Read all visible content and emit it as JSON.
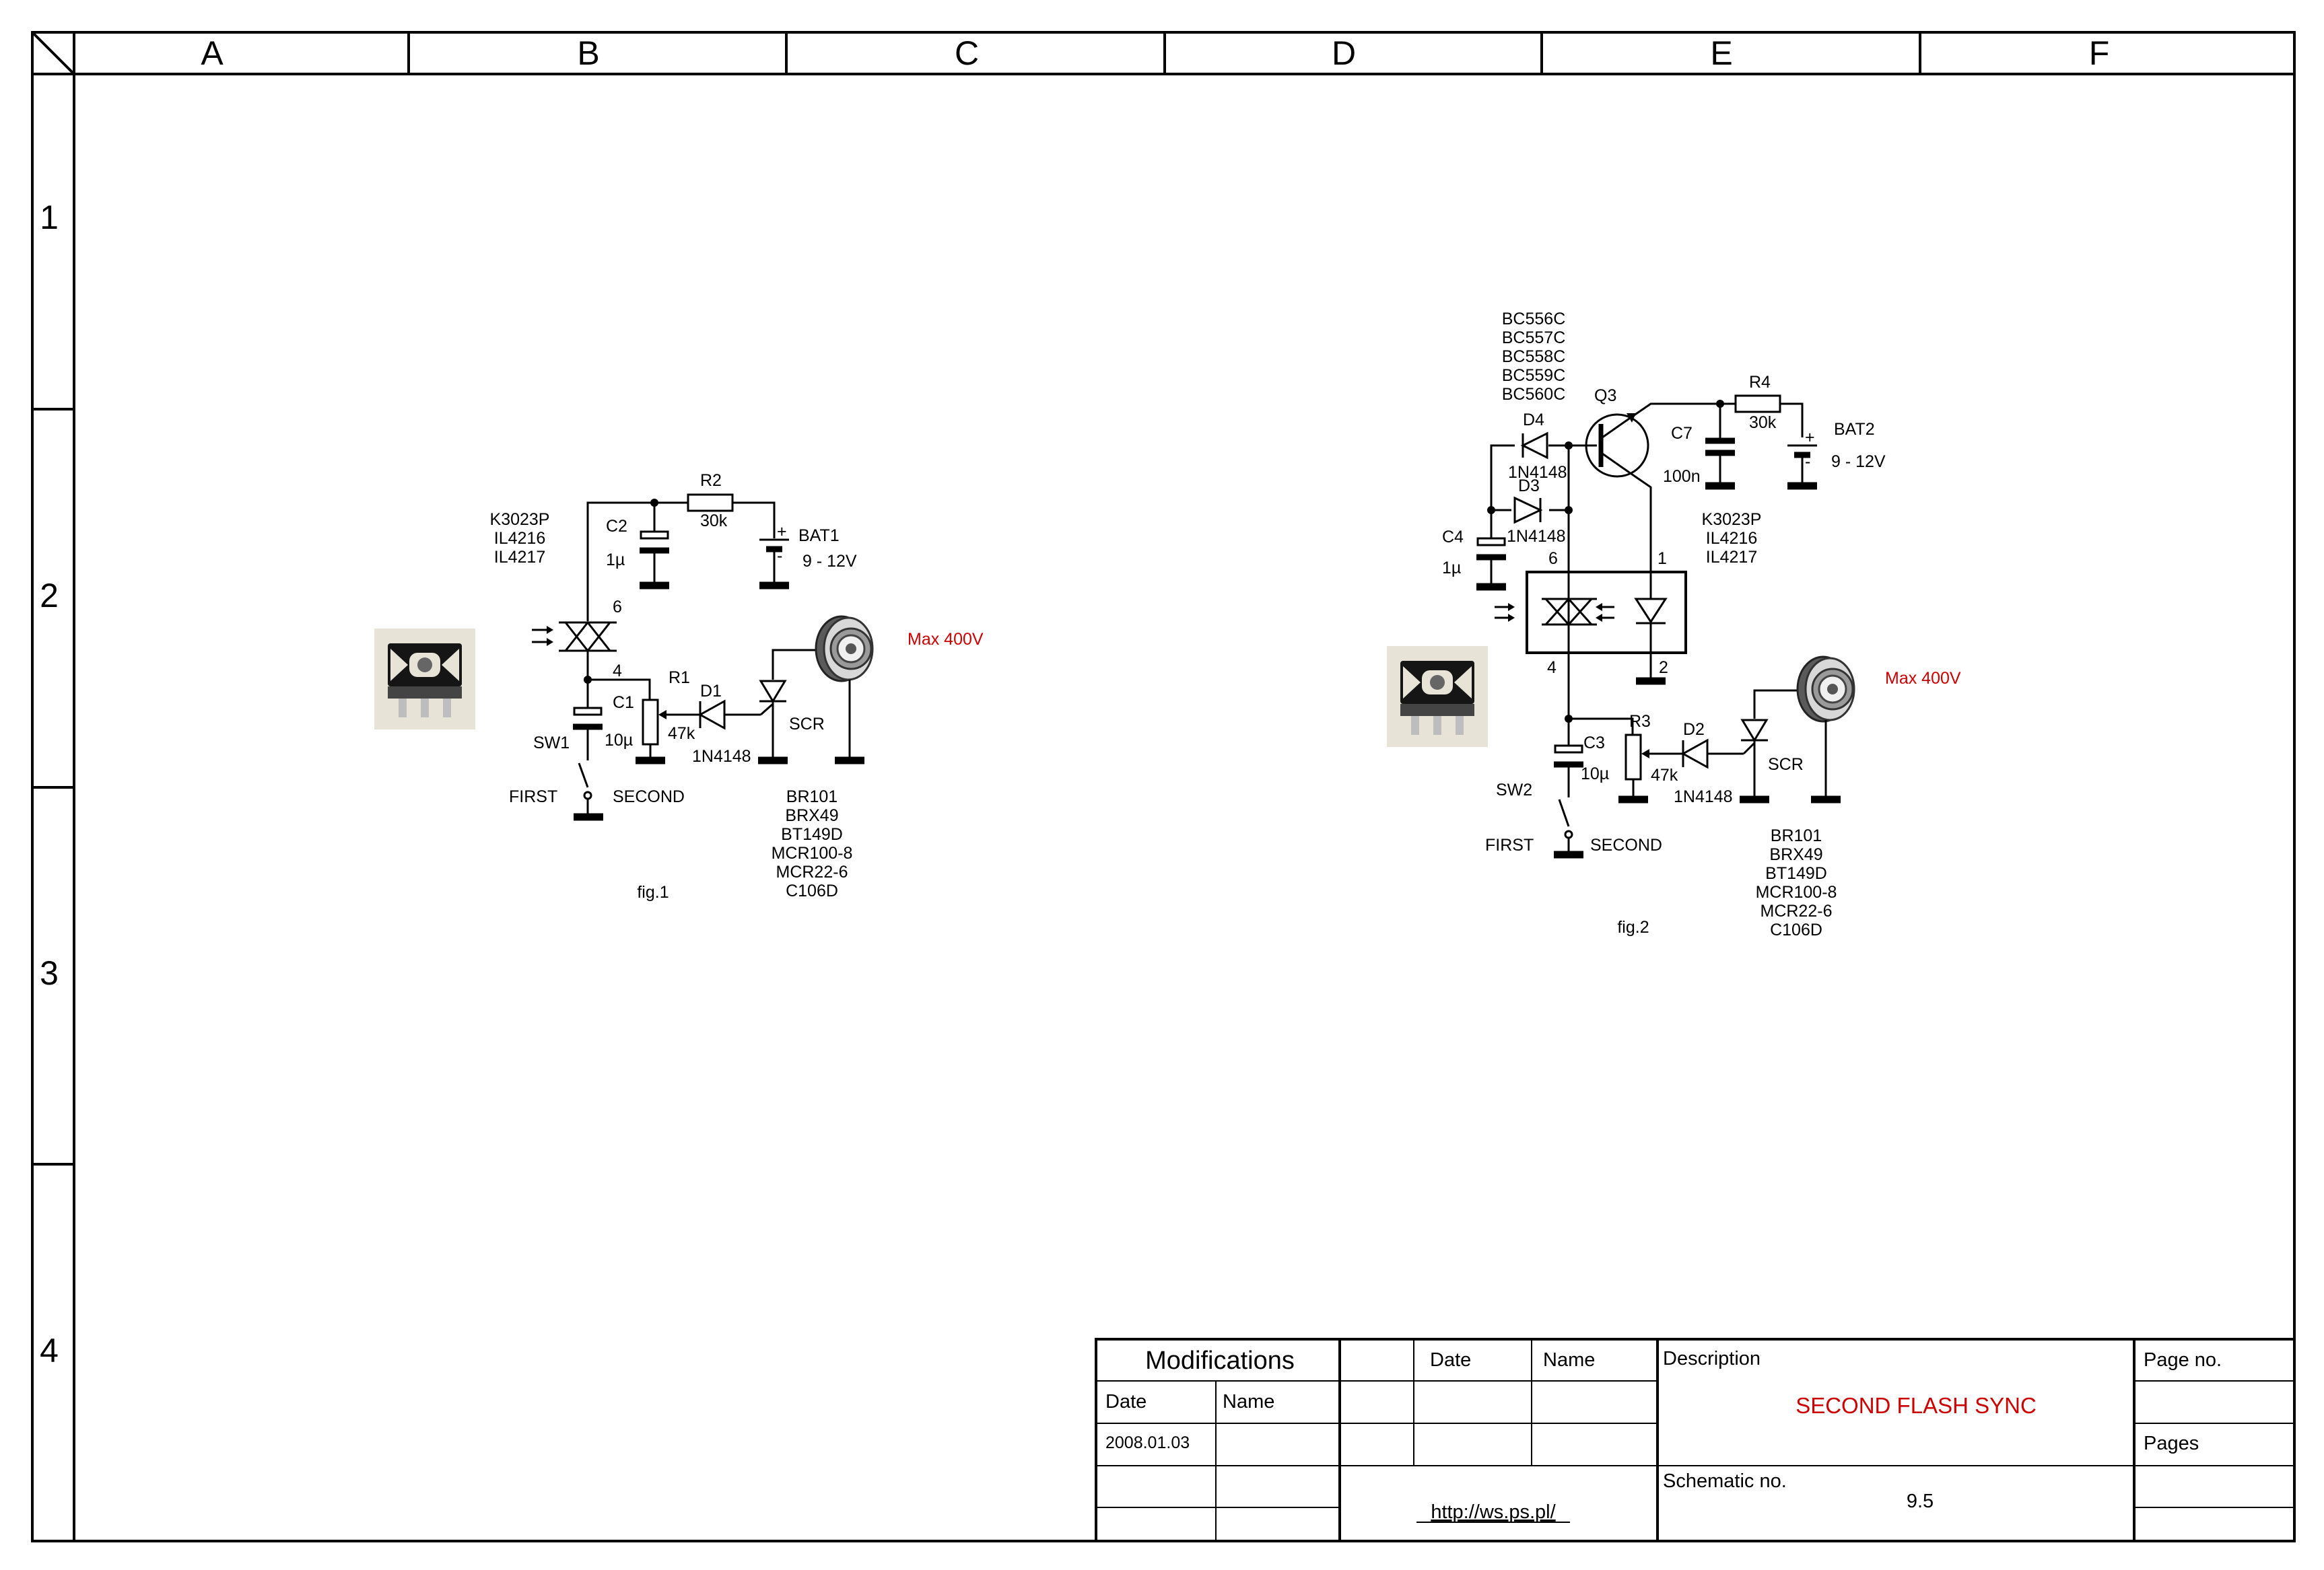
{
  "sheet": {
    "columns": [
      "A",
      "B",
      "C",
      "D",
      "E",
      "F"
    ],
    "rows": [
      "1",
      "2",
      "3",
      "4"
    ]
  },
  "fig1": {
    "caption": "fig.1",
    "optocoupler_parts": [
      "K3023P",
      "IL4216",
      "IL4217"
    ],
    "pin6": "6",
    "pin4": "4",
    "c2": {
      "name": "C2",
      "value": "1µ"
    },
    "r2": {
      "name": "R2",
      "value": "30k"
    },
    "bat1": {
      "name": "BAT1",
      "value": "9 - 12V",
      "plus": "+",
      "minus": "-"
    },
    "c1": {
      "name": "C1",
      "value": "10µ"
    },
    "r1": {
      "name": "R1",
      "value": "47k"
    },
    "d1": {
      "name": "D1",
      "value": "1N4148"
    },
    "scr": "SCR",
    "scr_parts": [
      "BR101",
      "BRX49",
      "BT149D",
      "MCR100-8",
      "MCR22-6",
      "C106D"
    ],
    "sw1": {
      "name": "SW1",
      "first": "FIRST",
      "second": "SECOND"
    },
    "max_voltage": "Max 400V"
  },
  "fig2": {
    "caption": "fig.2",
    "transistor_parts": [
      "BC556C",
      "BC557C",
      "BC558C",
      "BC559C",
      "BC560C"
    ],
    "q3": "Q3",
    "d4": {
      "name": "D4",
      "value": "1N4148"
    },
    "d3": {
      "name": "D3",
      "value": "1N4148"
    },
    "c7": {
      "name": "C7",
      "value": "100n"
    },
    "r4": {
      "name": "R4",
      "value": "30k"
    },
    "bat2": {
      "name": "BAT2",
      "value": "9 - 12V",
      "plus": "+",
      "minus": "-"
    },
    "c4": {
      "name": "C4",
      "value": "1µ"
    },
    "optocoupler_parts": [
      "K3023P",
      "IL4216",
      "IL4217"
    ],
    "pin6": "6",
    "pin1": "1",
    "pin4": "4",
    "pin2": "2",
    "c3": {
      "name": "C3",
      "value": "10µ"
    },
    "r3": {
      "name": "R3",
      "value": "47k"
    },
    "d2": {
      "name": "D2",
      "value": "1N4148"
    },
    "scr": "SCR",
    "scr_parts": [
      "BR101",
      "BRX49",
      "BT149D",
      "MCR100-8",
      "MCR22-6",
      "C106D"
    ],
    "sw2": {
      "name": "SW2",
      "first": "FIRST",
      "second": "SECOND"
    },
    "max_voltage": "Max 400V"
  },
  "title_block": {
    "modifications": "Modifications",
    "date_header": "Date",
    "name_header": "Name",
    "date_header2": "Date",
    "name_header2": "Name",
    "mod_date": "2008.01.03",
    "url": "http://ws.ps.pl/",
    "description_label": "Description",
    "description": "SECOND FLASH SYNC",
    "schematic_label": "Schematic no.",
    "schematic_no": "9.5",
    "page_no_label": "Page no.",
    "pages_label": "Pages"
  }
}
